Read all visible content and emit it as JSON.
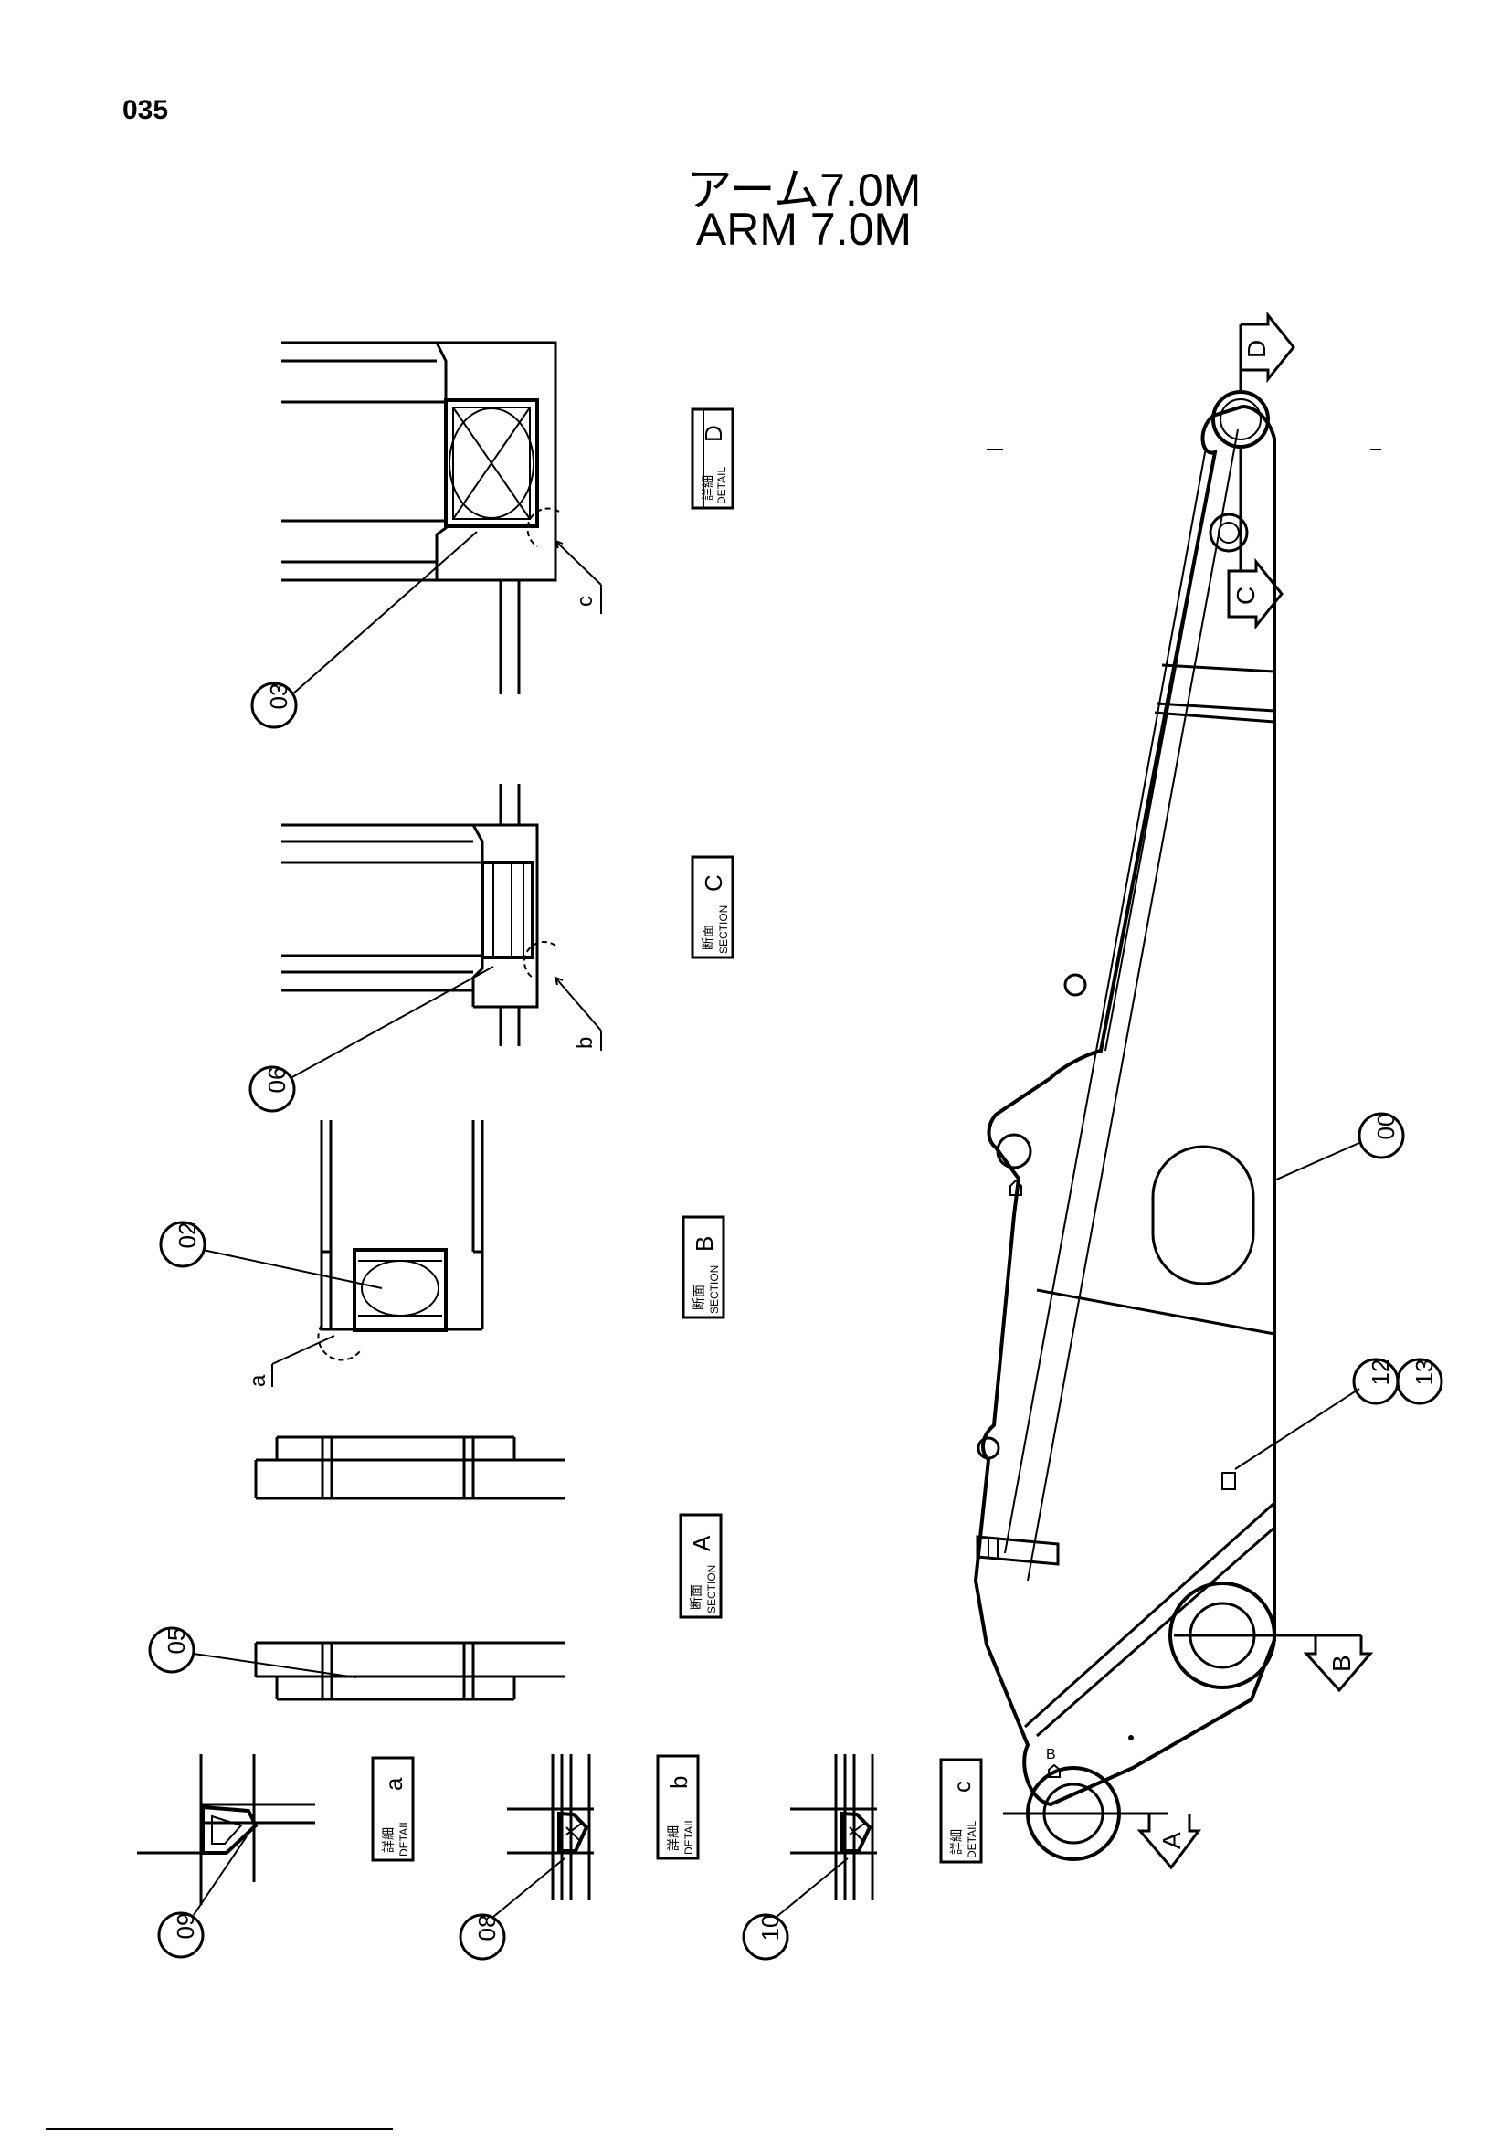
{
  "page_number": "035",
  "title_jp": "アーム7.0M",
  "title_en": "ARM 7.0M",
  "views": [
    {
      "jp": "詳細",
      "en": "DETAIL",
      "letter": "D"
    },
    {
      "jp": "断面",
      "en": "SECTION",
      "letter": "C"
    },
    {
      "jp": "断面",
      "en": "SECTION",
      "letter": "B"
    },
    {
      "jp": "断面",
      "en": "SECTION",
      "letter": "A"
    },
    {
      "jp": "詳細",
      "en": "DETAIL",
      "letter": "a"
    },
    {
      "jp": "詳細",
      "en": "DETAIL",
      "letter": "b"
    },
    {
      "jp": "詳細",
      "en": "DETAIL",
      "letter": "c"
    }
  ],
  "callouts": [
    "03",
    "06",
    "02",
    "05",
    "09",
    "08",
    "10",
    "00",
    "12",
    "13"
  ],
  "detail_marks": [
    "c",
    "b",
    "a"
  ],
  "section_arrows": [
    "D",
    "C",
    "B",
    "A"
  ],
  "small_mark": "B"
}
